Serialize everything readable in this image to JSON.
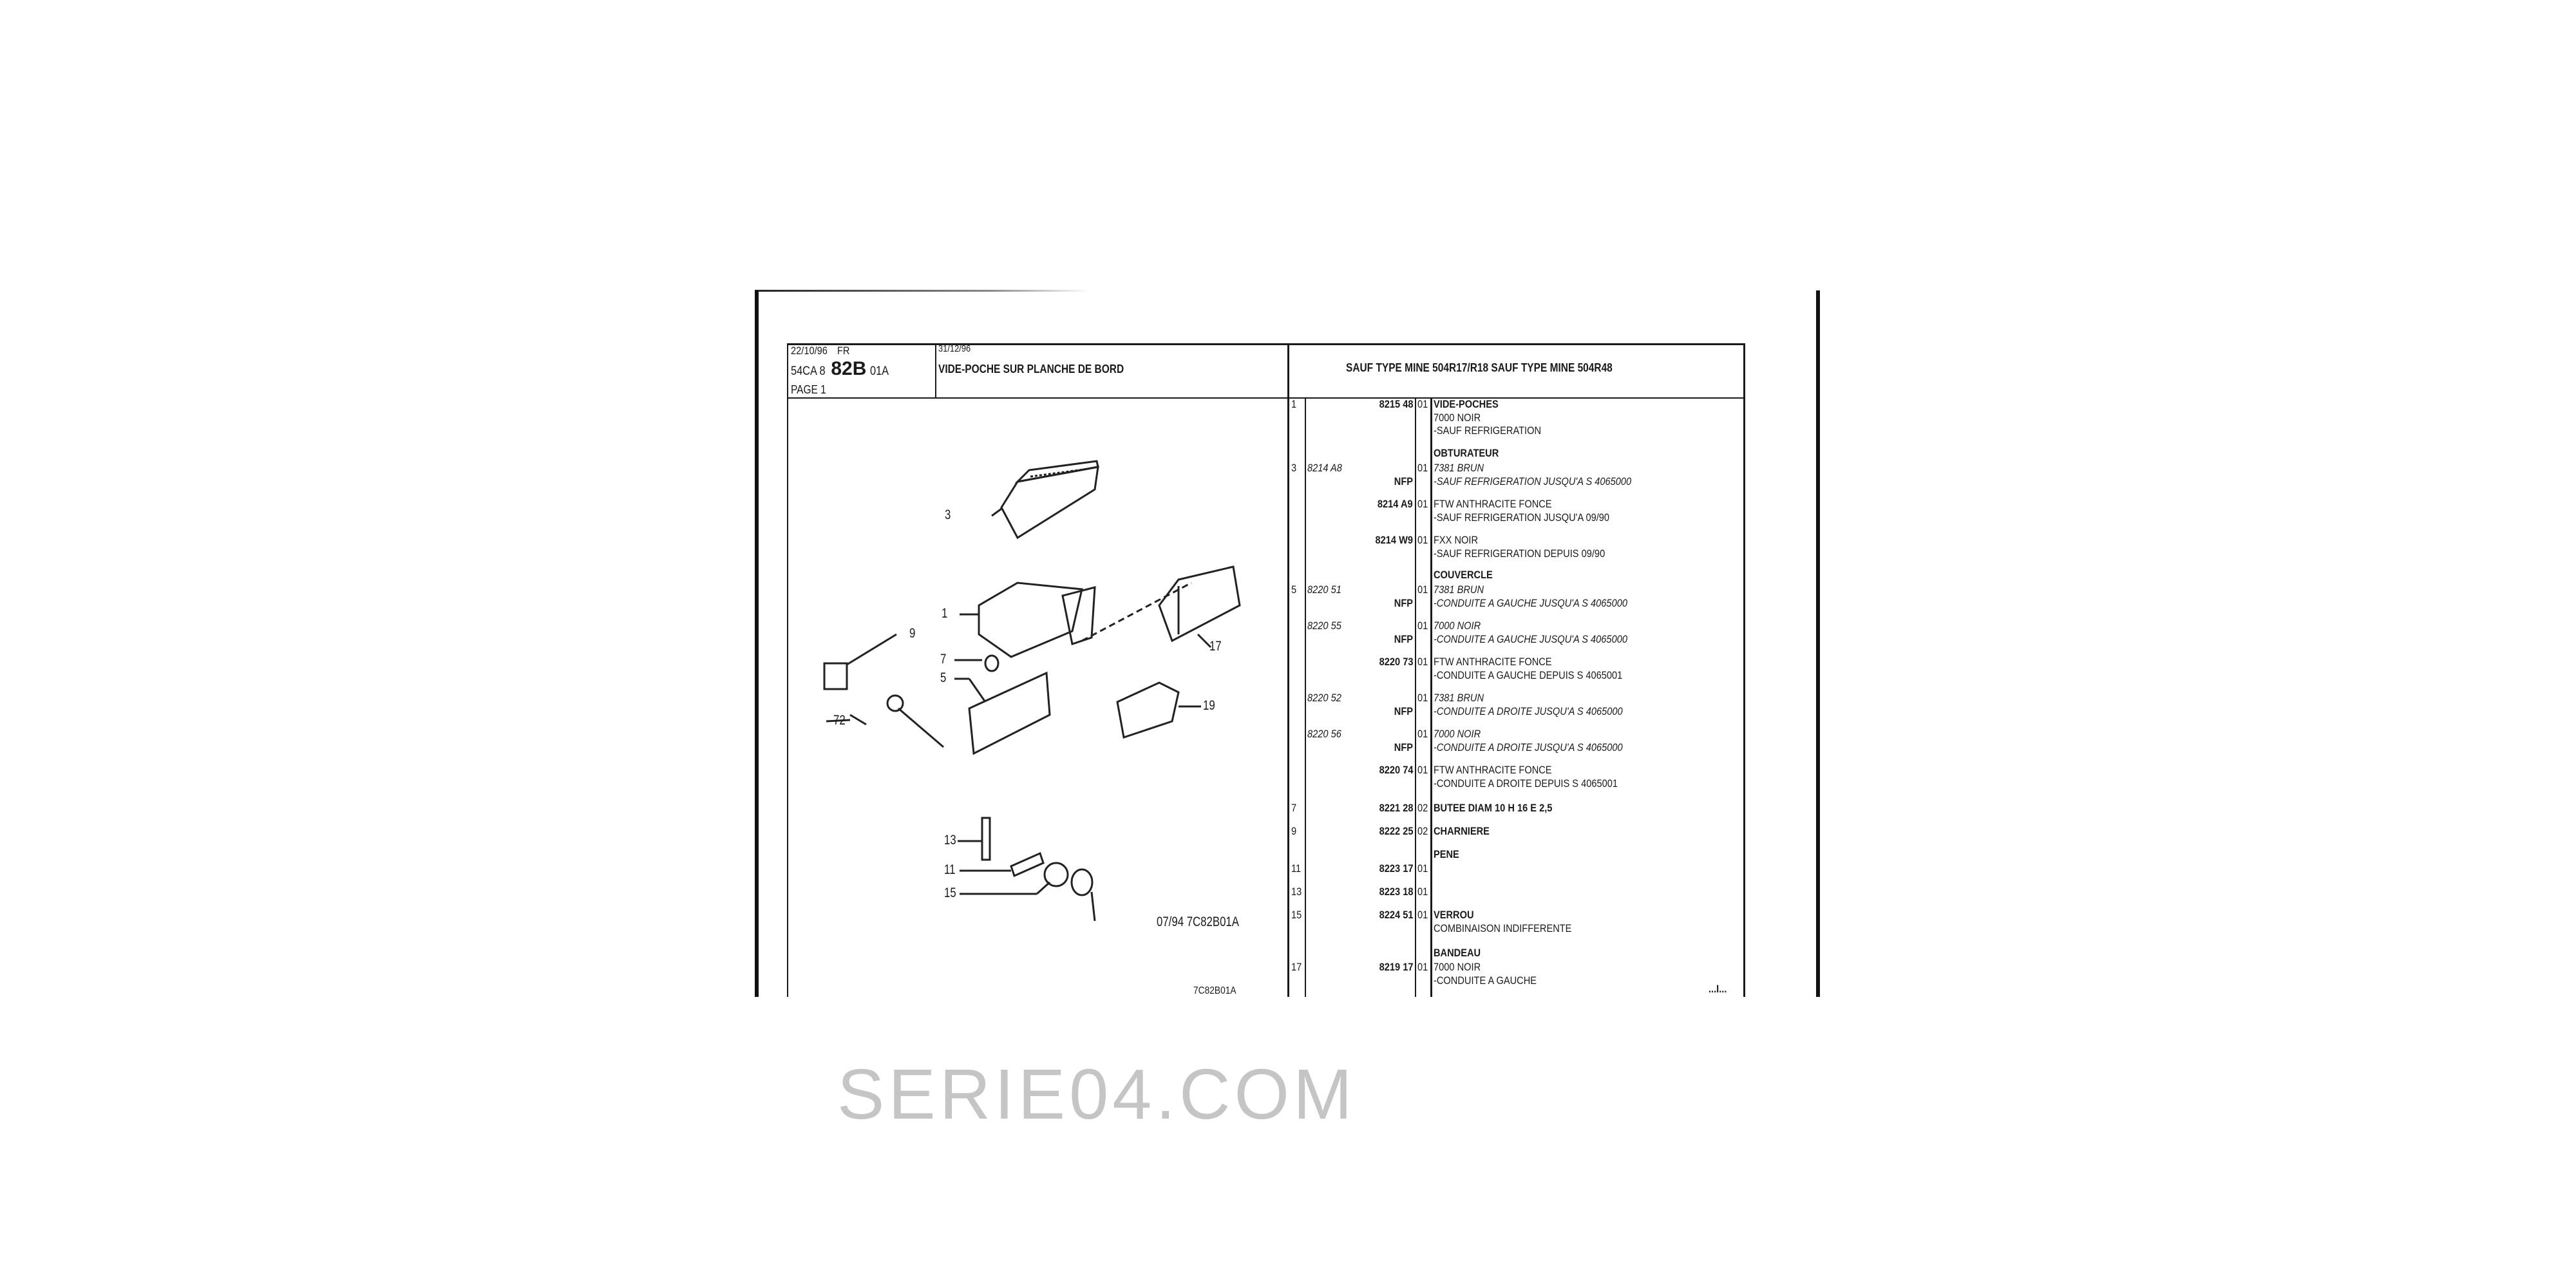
{
  "header": {
    "date": "22/10/96",
    "lang": "FR",
    "ref_prefix": "54CA  8",
    "ref_main": "82B",
    "ref_suffix": "01A",
    "page": "PAGE  1",
    "date2": "31/12/96",
    "title": "VIDE-POCHE SUR PLANCHE DE BORD",
    "applicability": "SAUF  TYPE MINE 504R17/R18 SAUF  TYPE MINE 504R48"
  },
  "diagram": {
    "labels": [
      "3",
      "1",
      "9",
      "7",
      "5",
      "72",
      "17",
      "19",
      "13",
      "11",
      "15"
    ],
    "date_ref": "07/94  7C82B01A",
    "ref": "7C82B01A"
  },
  "watermark": "SERIE04.COM",
  "rows": [
    {
      "item": "1",
      "part": "8215  48",
      "qty": "01",
      "lines": [
        {
          "text": "VIDE-POCHES",
          "s": "b"
        },
        {
          "text": "7000 NOIR"
        },
        {
          "text": "-SAUF  REFRIGERATION"
        }
      ]
    },
    {
      "item": "",
      "part": "",
      "qty": "",
      "lines": [
        {
          "text": "OBTURATEUR",
          "s": "b"
        }
      ]
    },
    {
      "item": "3",
      "part": "8214  A8",
      "italic": true,
      "nfp": "NFP",
      "qty": "01",
      "lines": [
        {
          "text": "7381 BRUN",
          "s": "i"
        },
        {
          "text": "-SAUF  REFRIGERATION JUSQU'A  S  4065000",
          "s": "i"
        }
      ]
    },
    {
      "item": "",
      "part": "8214  A9",
      "qty": "01",
      "lines": [
        {
          "text": "FTW ANTHRACITE FONCE"
        },
        {
          "text": "-SAUF  REFRIGERATION JUSQU'A  09/90"
        }
      ]
    },
    {
      "item": "",
      "part": "8214  W9",
      "qty": "01",
      "lines": [
        {
          "text": "FXX NOIR"
        },
        {
          "text": "-SAUF  REFRIGERATION DEPUIS  09/90"
        }
      ]
    },
    {
      "item": "",
      "part": "",
      "qty": "",
      "lines": [
        {
          "text": "COUVERCLE",
          "s": "b"
        }
      ]
    },
    {
      "item": "5",
      "part": "8220  51",
      "italic": true,
      "nfp": "NFP",
      "qty": "01",
      "lines": [
        {
          "text": "7381 BRUN",
          "s": "i"
        },
        {
          "text": "-CONDUITE A GAUCHE JUSQU'A  S  4065000",
          "s": "i"
        }
      ]
    },
    {
      "item": "",
      "part": "8220  55",
      "italic": true,
      "nfp": "NFP",
      "qty": "01",
      "lines": [
        {
          "text": "7000 NOIR",
          "s": "i"
        },
        {
          "text": "-CONDUITE A GAUCHE JUSQU'A  S  4065000",
          "s": "i"
        }
      ]
    },
    {
      "item": "",
      "part": "8220  73",
      "qty": "01",
      "lines": [
        {
          "text": "FTW ANTHRACITE FONCE"
        },
        {
          "text": "-CONDUITE A GAUCHE DEPUIS  S  4065001"
        }
      ]
    },
    {
      "item": "",
      "part": "8220  52",
      "italic": true,
      "nfp": "NFP",
      "qty": "01",
      "lines": [
        {
          "text": "7381 BRUN",
          "s": "i"
        },
        {
          "text": "-CONDUITE A DROITE JUSQU'A  S  4065000",
          "s": "i"
        }
      ]
    },
    {
      "item": "",
      "part": "8220  56",
      "italic": true,
      "nfp": "NFP",
      "qty": "01",
      "lines": [
        {
          "text": "7000 NOIR",
          "s": "i"
        },
        {
          "text": "-CONDUITE A DROITE JUSQU'A  S  4065000",
          "s": "i"
        }
      ]
    },
    {
      "item": "",
      "part": "8220  74",
      "qty": "01",
      "lines": [
        {
          "text": "FTW ANTHRACITE FONCE"
        },
        {
          "text": "-CONDUITE A DROITE DEPUIS  S  4065001"
        }
      ]
    },
    {
      "item": "7",
      "part": "8221  28",
      "qty": "02",
      "lines": [
        {
          "text": "BUTEE DIAM 10 H 16 E 2,5",
          "s": "b"
        }
      ]
    },
    {
      "item": "9",
      "part": "8222  25",
      "qty": "02",
      "lines": [
        {
          "text": "CHARNIERE",
          "s": "b"
        }
      ]
    },
    {
      "item": "",
      "part": "",
      "qty": "",
      "lines": [
        {
          "text": "PENE",
          "s": "b"
        }
      ]
    },
    {
      "item": "11",
      "part": "8223  17",
      "qty": "01",
      "lines": []
    },
    {
      "item": "13",
      "part": "8223  18",
      "qty": "01",
      "lines": []
    },
    {
      "item": "15",
      "part": "8224  51",
      "qty": "01",
      "lines": [
        {
          "text": "VERROU",
          "s": "b"
        },
        {
          "text": "COMBINAISON INDIFFERENTE"
        }
      ]
    },
    {
      "item": "",
      "part": "",
      "qty": "",
      "lines": [
        {
          "text": "BANDEAU",
          "s": "b"
        }
      ]
    },
    {
      "item": "17",
      "part": "8219  17",
      "qty": "01",
      "lines": [
        {
          "text": "7000 NOIR"
        },
        {
          "text": "-CONDUITE A GAUCHE"
        }
      ]
    }
  ],
  "continued": "...I..."
}
